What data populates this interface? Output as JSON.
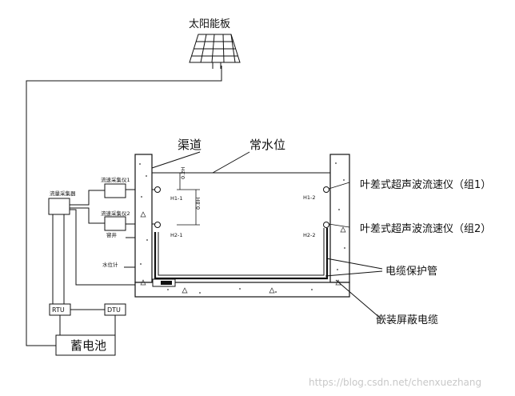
{
  "labels": {
    "solar_panel": "太阳能板",
    "channel": "渠道",
    "normal_water_level": "常水位",
    "group1": "叶差式超声波流速仪（组1）",
    "group2": "叶差式超声波流速仪（组2）",
    "cable_conduit": "电缆保护管",
    "embedded_cable": "嵌装屏蔽电缆",
    "battery": "蓄电池",
    "rtu": "RTU",
    "dtu": "DTU",
    "measure_host": "流量采集器",
    "flow_unit_1": "流速采集仪1",
    "flow_unit_2": "流速采集仪2",
    "well": "窨井",
    "level_gauge": "水位计",
    "h1_1": "H1-1",
    "h2_1": "H2-1",
    "h1_2": "H1-2",
    "h2_2": "H2-2",
    "dim_02": "0.2H",
    "dim_08": "0.8H"
  },
  "watermark": "https://blog.csdn.net/chenxuezhang"
}
